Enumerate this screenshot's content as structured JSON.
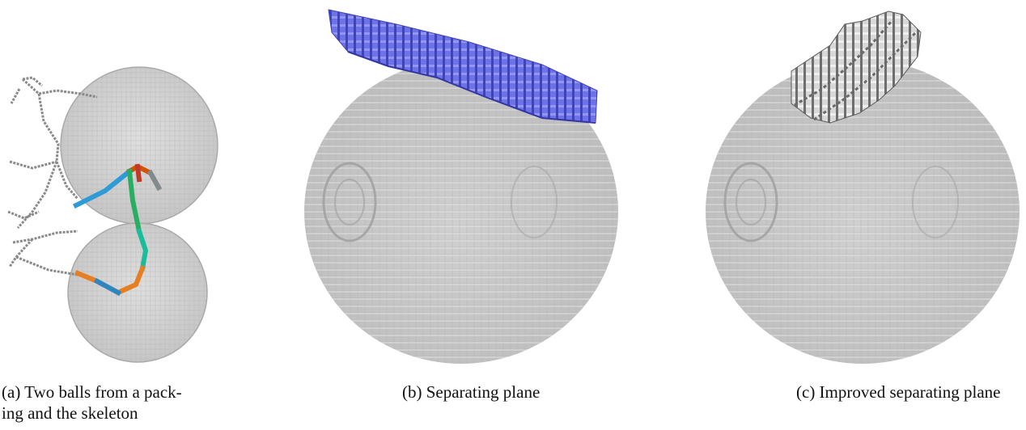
{
  "figure": {
    "captions": {
      "a": "(a) Two balls from a pack-\ning and the skeleton",
      "b": "(b) Separating plane",
      "c": "(c) Improved separating plane"
    }
  },
  "colors": {
    "voxel_gray": "#c8c8c8",
    "voxel_gray_light": "#dedede",
    "voxel_gray_dark": "#9a9a9a",
    "plane_blue": "#6d72e6",
    "plane_blue_light": "#8f93f0",
    "plane_blue_dark": "#3f43b8",
    "plane_dark_gray": "#6e6e6e",
    "skeleton_gray": "#8a8a8a"
  }
}
